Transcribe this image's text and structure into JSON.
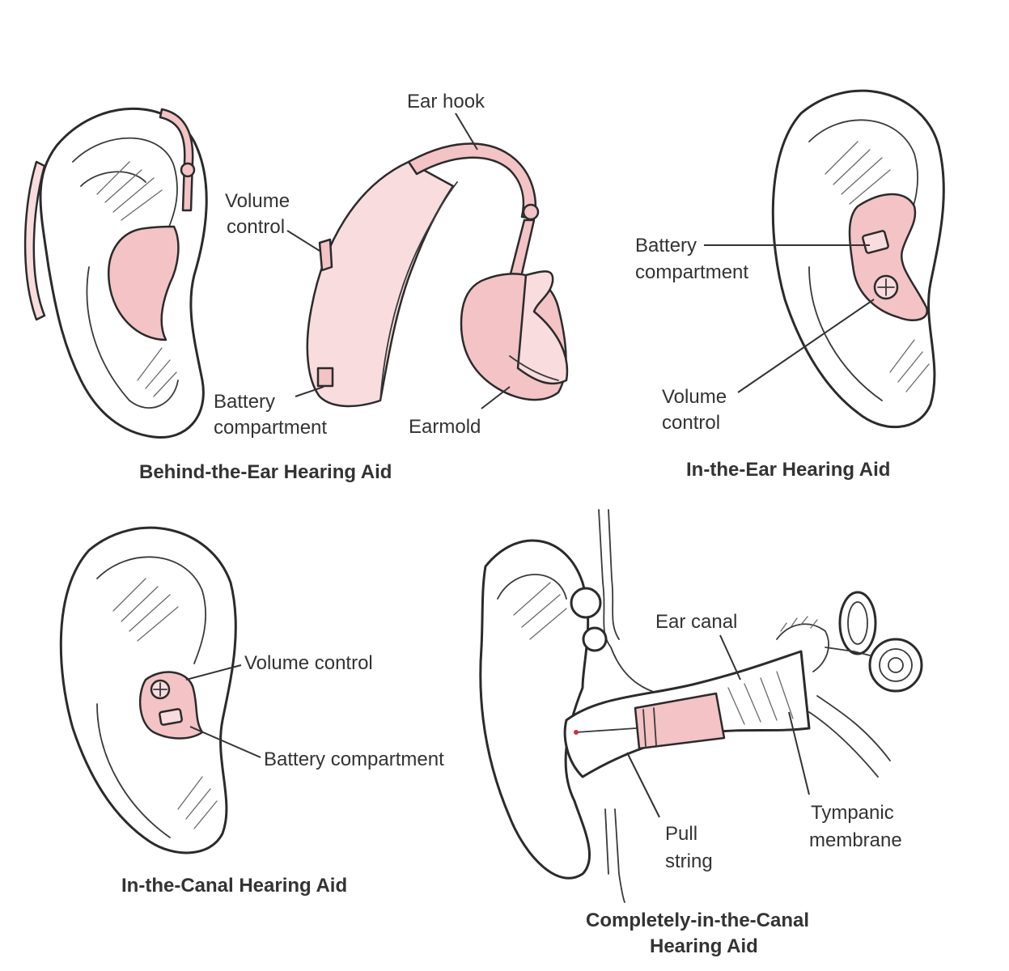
{
  "panels": {
    "bte": {
      "caption": "Behind-the-Ear Hearing Aid",
      "labels": {
        "ear_hook": "Ear hook",
        "volume_control_1": "Volume",
        "volume_control_2": "control",
        "battery_1": "Battery",
        "battery_2": "compartment",
        "earmold": "Earmold"
      }
    },
    "ite": {
      "caption": "In-the-Ear Hearing Aid",
      "labels": {
        "battery_1": "Battery",
        "battery_2": "compartment",
        "volume_control_1": "Volume",
        "volume_control_2": "control"
      }
    },
    "itc": {
      "caption": "In-the-Canal Hearing Aid",
      "labels": {
        "volume_control": "Volume control",
        "battery": "Battery compartment"
      }
    },
    "cic": {
      "caption_1": "Completely-in-the-Canal",
      "caption_2": "Hearing Aid",
      "labels": {
        "ear_canal": "Ear canal",
        "pull_string_1": "Pull",
        "pull_string_2": "string",
        "tympanic_1": "Tympanic",
        "tympanic_2": "membrane"
      }
    }
  },
  "colors": {
    "device_pink": "#f3c3c6",
    "ink": "#2b2b2b"
  }
}
